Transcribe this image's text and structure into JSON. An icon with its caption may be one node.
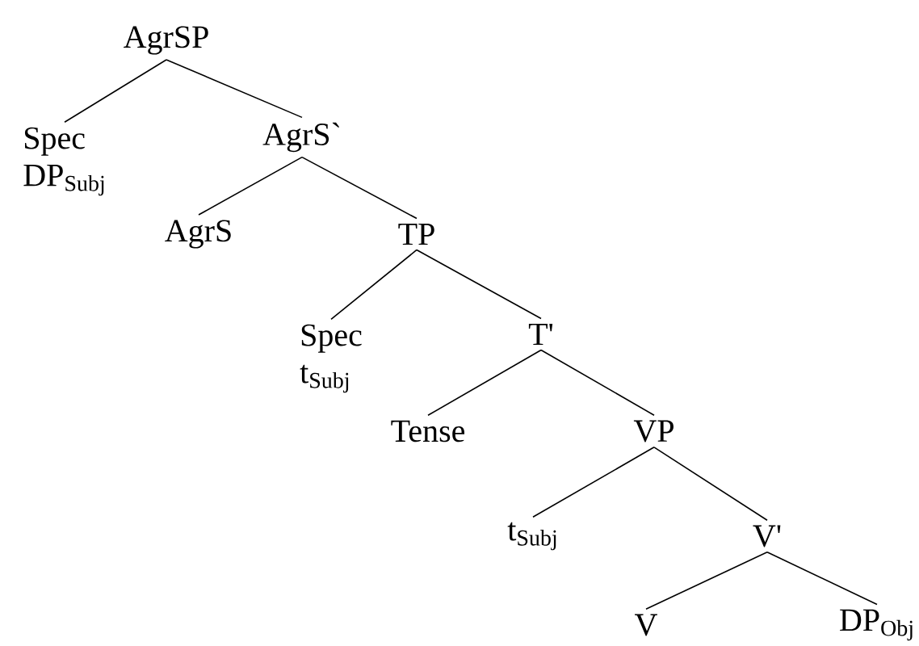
{
  "diagram": {
    "nodes": [
      {
        "text": [
          "AgrSP"
        ]
      },
      {
        "text": [
          "Spec",
          "DP$_{Subj}$"
        ]
      },
      {
        "text": [
          "AgrS`"
        ]
      },
      {
        "text": [
          "AgrS"
        ]
      },
      {
        "text": [
          "TP"
        ]
      },
      {
        "text": [
          "Spec",
          "t$_{Subj}$"
        ]
      },
      {
        "text": [
          "T'"
        ]
      },
      {
        "text": [
          "Tense"
        ]
      },
      {
        "text": [
          "VP"
        ]
      },
      {
        "text": [
          "t$_{Subj}$"
        ]
      },
      {
        "text": [
          "V'"
        ]
      },
      {
        "text": [
          "V"
        ]
      },
      {
        "text": [
          "DP$_{Obj}$"
        ]
      }
    ],
    "edges": [
      {
        "from": 0,
        "to": 1,
        "arrow": "none"
      },
      {
        "from": 0,
        "to": 2,
        "arrow": "none"
      },
      {
        "from": 2,
        "to": 3,
        "arrow": "none"
      },
      {
        "from": 2,
        "to": 4,
        "arrow": "none"
      },
      {
        "from": 4,
        "to": 5,
        "arrow": "none"
      },
      {
        "from": 4,
        "to": 6,
        "arrow": "none"
      },
      {
        "from": 6,
        "to": 7,
        "arrow": "none"
      },
      {
        "from": 6,
        "to": 8,
        "arrow": "none"
      },
      {
        "from": 8,
        "to": 9,
        "arrow": "none"
      },
      {
        "from": 8,
        "to": 10,
        "arrow": "none"
      },
      {
        "from": 10,
        "to": 11,
        "arrow": "none"
      },
      {
        "from": 10,
        "to": 12,
        "arrow": "none"
      }
    ]
  }
}
